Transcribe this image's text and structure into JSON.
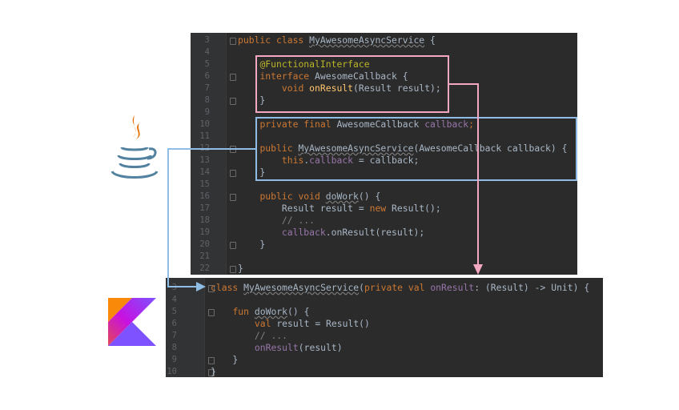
{
  "java": {
    "lines": [
      {
        "n": "3",
        "fold": true,
        "parts": [
          {
            "t": "public class ",
            "c": "kw"
          },
          {
            "t": "MyAwesomeAsyncService",
            "c": "ul"
          },
          {
            "t": " {",
            "c": ""
          }
        ]
      },
      {
        "n": "4",
        "fold": false,
        "parts": []
      },
      {
        "n": "5",
        "fold": false,
        "parts": [
          {
            "t": "    ",
            "c": ""
          },
          {
            "t": "@FunctionalInterface",
            "c": "ann"
          }
        ]
      },
      {
        "n": "6",
        "fold": true,
        "parts": [
          {
            "t": "    ",
            "c": ""
          },
          {
            "t": "interface ",
            "c": "kw"
          },
          {
            "t": "AwesomeCallback {",
            "c": ""
          }
        ]
      },
      {
        "n": "7",
        "fold": false,
        "parts": [
          {
            "t": "        ",
            "c": ""
          },
          {
            "t": "void ",
            "c": "kw"
          },
          {
            "t": "onResult",
            "c": "fn"
          },
          {
            "t": "(Result result);",
            "c": ""
          }
        ]
      },
      {
        "n": "8",
        "fold": true,
        "parts": [
          {
            "t": "    }",
            "c": ""
          }
        ]
      },
      {
        "n": "9",
        "fold": false,
        "parts": []
      },
      {
        "n": "10",
        "fold": false,
        "parts": [
          {
            "t": "    ",
            "c": ""
          },
          {
            "t": "private final ",
            "c": "kw"
          },
          {
            "t": "AwesomeCallback ",
            "c": ""
          },
          {
            "t": "callback",
            "c": "fld"
          },
          {
            "t": ";",
            "c": "kw"
          }
        ]
      },
      {
        "n": "11",
        "fold": false,
        "parts": []
      },
      {
        "n": "12",
        "fold": true,
        "parts": [
          {
            "t": "    ",
            "c": ""
          },
          {
            "t": "public ",
            "c": "kw"
          },
          {
            "t": "MyAwesomeAsyncService",
            "c": "ul"
          },
          {
            "t": "(AwesomeCallback callback) {",
            "c": ""
          }
        ]
      },
      {
        "n": "13",
        "fold": false,
        "parts": [
          {
            "t": "        ",
            "c": ""
          },
          {
            "t": "this",
            "c": "kw"
          },
          {
            "t": ".",
            "c": ""
          },
          {
            "t": "callback",
            "c": "fld"
          },
          {
            "t": " = callback;",
            "c": ""
          }
        ]
      },
      {
        "n": "14",
        "fold": true,
        "parts": [
          {
            "t": "    }",
            "c": ""
          }
        ]
      },
      {
        "n": "15",
        "fold": false,
        "parts": []
      },
      {
        "n": "16",
        "fold": true,
        "parts": [
          {
            "t": "    ",
            "c": ""
          },
          {
            "t": "public void ",
            "c": "kw"
          },
          {
            "t": "doWork",
            "c": "ul"
          },
          {
            "t": "() {",
            "c": ""
          }
        ]
      },
      {
        "n": "17",
        "fold": false,
        "parts": [
          {
            "t": "        Result result = ",
            "c": ""
          },
          {
            "t": "new ",
            "c": "kw"
          },
          {
            "t": "Result();",
            "c": ""
          }
        ]
      },
      {
        "n": "18",
        "fold": false,
        "parts": [
          {
            "t": "        ",
            "c": ""
          },
          {
            "t": "// ...",
            "c": "cm"
          }
        ]
      },
      {
        "n": "19",
        "fold": false,
        "parts": [
          {
            "t": "        ",
            "c": ""
          },
          {
            "t": "callback",
            "c": "fld"
          },
          {
            "t": ".onResult(result);",
            "c": ""
          }
        ]
      },
      {
        "n": "20",
        "fold": true,
        "parts": [
          {
            "t": "    }",
            "c": ""
          }
        ]
      },
      {
        "n": "21",
        "fold": false,
        "parts": []
      },
      {
        "n": "22",
        "fold": true,
        "parts": [
          {
            "t": "}",
            "c": ""
          }
        ]
      }
    ]
  },
  "kotlin": {
    "lines": [
      {
        "n": "3",
        "fold": true,
        "parts": [
          {
            "t": "class ",
            "c": "kw"
          },
          {
            "t": "MyAwesomeAsyncService",
            "c": "ul"
          },
          {
            "t": "(",
            "c": ""
          },
          {
            "t": "private val ",
            "c": "kw"
          },
          {
            "t": "onResult",
            "c": "fld"
          },
          {
            "t": ": (Result) -> Unit) {",
            "c": ""
          }
        ]
      },
      {
        "n": "4",
        "fold": false,
        "parts": []
      },
      {
        "n": "5",
        "fold": true,
        "parts": [
          {
            "t": "    ",
            "c": ""
          },
          {
            "t": "fun ",
            "c": "kw"
          },
          {
            "t": "doWork",
            "c": "ul"
          },
          {
            "t": "() {",
            "c": ""
          }
        ]
      },
      {
        "n": "6",
        "fold": false,
        "parts": [
          {
            "t": "        ",
            "c": ""
          },
          {
            "t": "val ",
            "c": "kw"
          },
          {
            "t": "result = Result()",
            "c": ""
          }
        ]
      },
      {
        "n": "7",
        "fold": false,
        "parts": [
          {
            "t": "        ",
            "c": ""
          },
          {
            "t": "// ...",
            "c": "cm"
          }
        ]
      },
      {
        "n": "8",
        "fold": false,
        "parts": [
          {
            "t": "        ",
            "c": ""
          },
          {
            "t": "onResult",
            "c": "fld"
          },
          {
            "t": "(result)",
            "c": ""
          }
        ]
      },
      {
        "n": "9",
        "fold": true,
        "parts": [
          {
            "t": "    }",
            "c": ""
          }
        ]
      },
      {
        "n": "10",
        "fold": true,
        "parts": [
          {
            "t": "}",
            "c": ""
          }
        ]
      }
    ]
  },
  "colors": {
    "editor_bg": "#2b2b2b",
    "pink_highlight": "#f4a7c0",
    "blue_highlight": "#8fbde6",
    "kotlin_logo": [
      "#e44857",
      "#c711e1",
      "#7f52ff",
      "#f88909"
    ],
    "java_logo": [
      "#e76f00",
      "#5382a1"
    ]
  },
  "icons": [
    "java-logo-icon",
    "kotlin-logo-icon"
  ]
}
